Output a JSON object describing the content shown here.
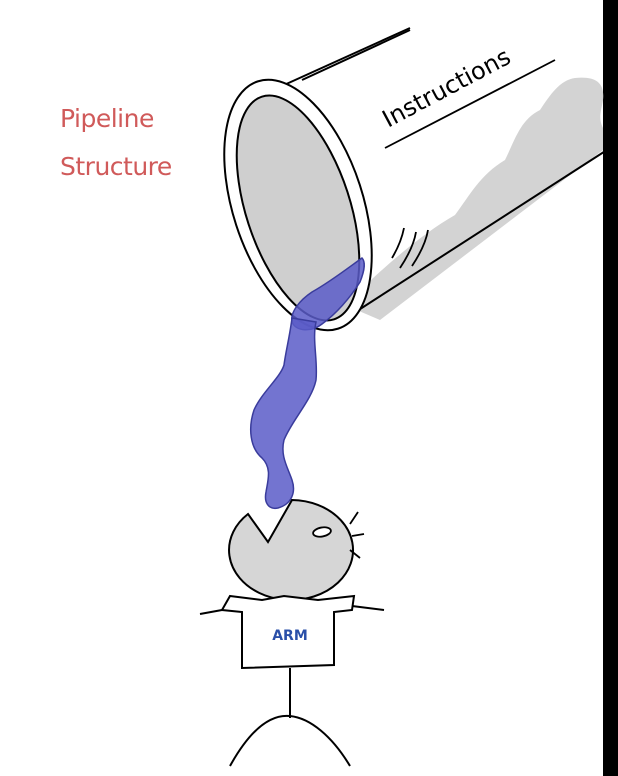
{
  "title": {
    "line1": "Pipeline",
    "line2": "Structure"
  },
  "pipe": {
    "label": "Instructions"
  },
  "figure": {
    "shirt_label": "ARM"
  },
  "colors": {
    "background": "#000000",
    "panel": "#ffffff",
    "title_text": "#d05a5a",
    "pipe_inner": "#cfcfcf",
    "shadow": "#d3d3d3",
    "liquid_fill": "#5a5cc8",
    "liquid_stroke": "#3a3c9c",
    "head_fill": "#d6d6d6",
    "shirt_text": "#2a4fa8",
    "ink": "#000000"
  }
}
